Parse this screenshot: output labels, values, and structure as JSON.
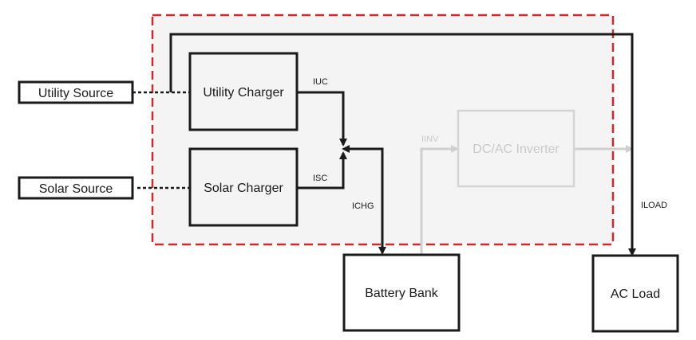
{
  "nodes": {
    "utility_source": "Utility Source",
    "solar_source": "Solar Source",
    "utility_charger": "Utility Charger",
    "solar_charger": "Solar Charger",
    "inverter": "DC/AC Inverter",
    "battery_bank": "Battery Bank",
    "ac_load": "AC Load"
  },
  "currents": {
    "iuc": "IUC",
    "isc": "ISC",
    "ichg": "ICHG",
    "iinv": "IINV",
    "iload": "ILOAD"
  },
  "colors": {
    "line": "#1a1a1a",
    "enclosure": "#d0282e",
    "shade": "#f4f4f4",
    "faded": "#cfcfcf"
  }
}
